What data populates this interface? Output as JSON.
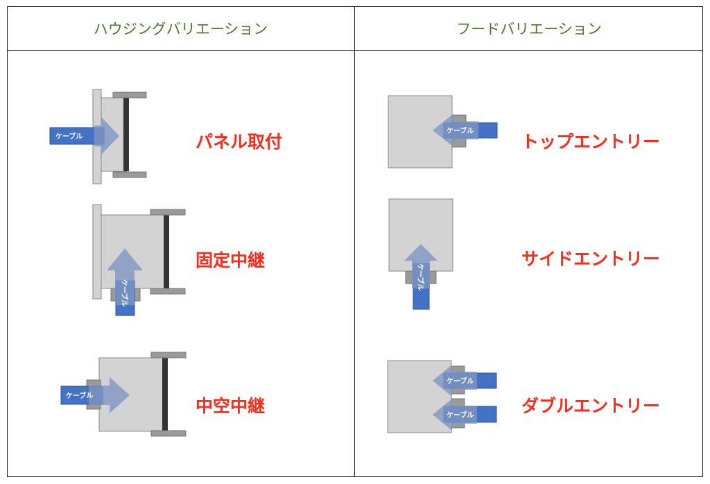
{
  "headers": {
    "housing": "ハウジングバリエーション",
    "hood": "フードバリエーション"
  },
  "housing_items": [
    {
      "label": "パネル取付",
      "cable": "ケーブル"
    },
    {
      "label": "固定中継",
      "cable": "ケーブル"
    },
    {
      "label": "中空中継",
      "cable": "ケーブル"
    }
  ],
  "hood_items": [
    {
      "label": "トップエントリー",
      "cable": "ケーブル"
    },
    {
      "label": "サイドエントリー",
      "cable": "ケーブル"
    },
    {
      "label": "ダブルエントリー",
      "cable": "ケーブル",
      "cable2": "ケーブル"
    }
  ],
  "colors": {
    "header_text": "#4a7a2e",
    "label_text": "#ff2a1a",
    "cable_fill": "#4472c4",
    "arrow_fill": "#7f96c2",
    "body_fill": "#d3d3d3",
    "flange_fill": "#9a9a9a",
    "seal_fill": "#333333"
  }
}
